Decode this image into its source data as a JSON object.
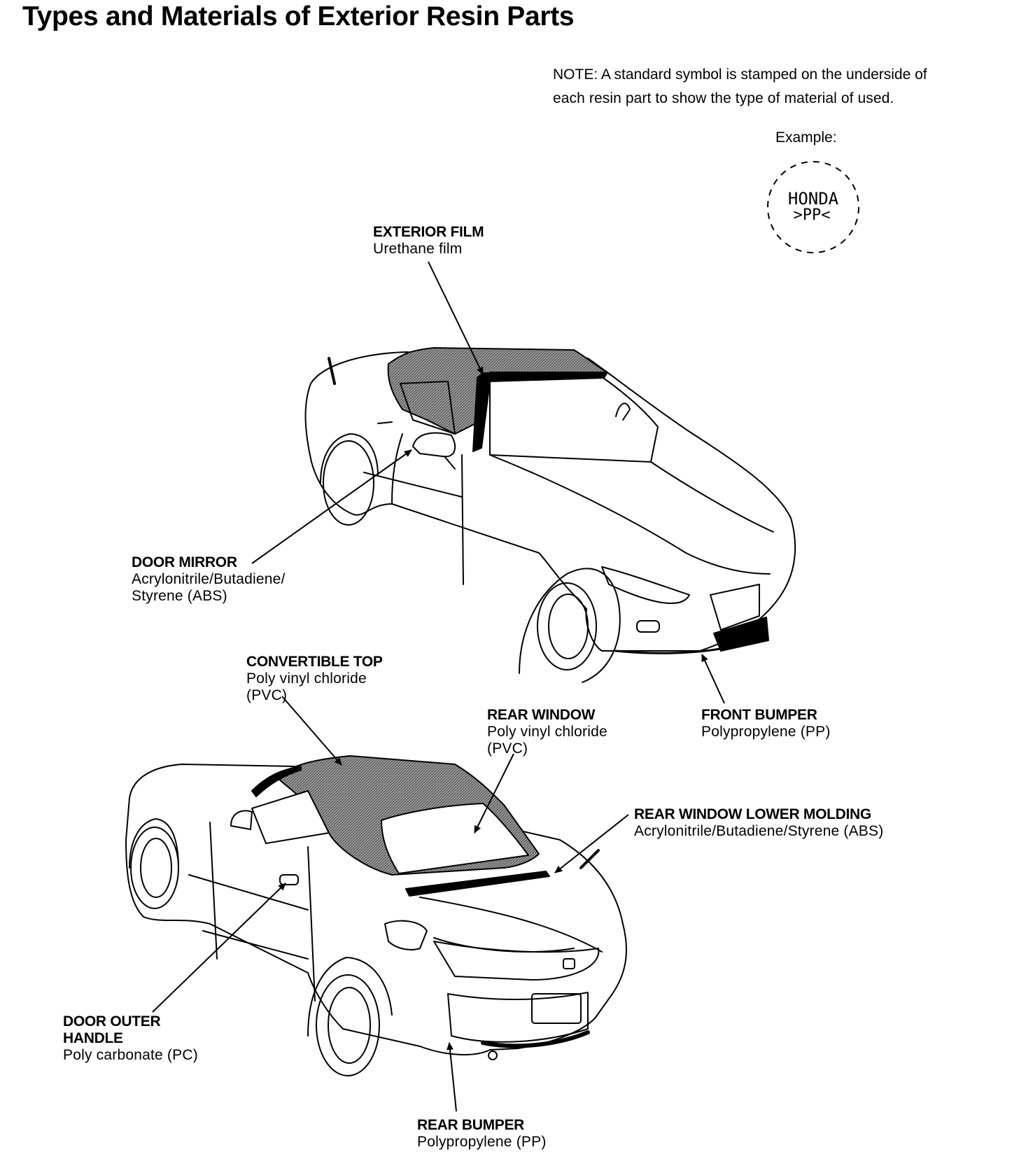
{
  "title": "Types and Materials of Exterior Resin Parts",
  "note": {
    "line1": "NOTE: A standard symbol is stamped on the underside of",
    "line2": "each resin part to show the type of material of used."
  },
  "example": {
    "label": "Example:",
    "stamp_line1": "HONDA",
    "stamp_line2": ">PP<"
  },
  "callouts": {
    "exterior_film": {
      "name": "EXTERIOR FILM",
      "material": "Urethane film"
    },
    "door_mirror": {
      "name": "DOOR MIRROR",
      "material_line1": "Acrylonitrile/Butadiene/",
      "material_line2": "Styrene (ABS)"
    },
    "convertible_top": {
      "name": "CONVERTIBLE TOP",
      "material_line1": "Poly vinyl chloride",
      "material_line2": "(PVC)"
    },
    "rear_window": {
      "name": "REAR WINDOW",
      "material_line1": "Poly vinyl chloride",
      "material_line2": "(PVC)"
    },
    "front_bumper": {
      "name": "FRONT BUMPER",
      "material": "Polypropylene (PP)"
    },
    "rear_window_lower_molding": {
      "name": "REAR WINDOW LOWER MOLDING",
      "material": "Acrylonitrile/Butadiene/Styrene (ABS)"
    },
    "door_outer_handle": {
      "name_line1": "DOOR OUTER",
      "name_line2": "HANDLE",
      "material": "Poly carbonate (PC)"
    },
    "rear_bumper": {
      "name": "REAR BUMPER",
      "material": "Polypropylene (PP)"
    }
  }
}
